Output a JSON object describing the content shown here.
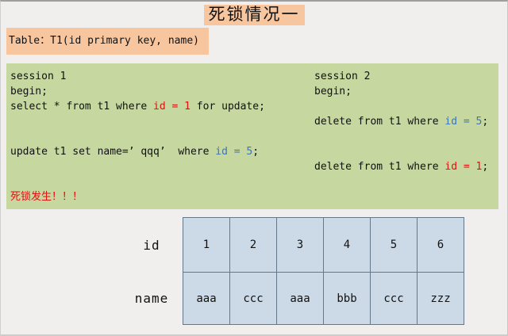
{
  "title": "死锁情况一",
  "table_label": "Table：T1(id primary key, name)",
  "colors": {
    "page_bg": "#f0efed",
    "accent_peach": "#f8c69e",
    "panel_green": "#c6d7a0",
    "cell_blue": "#ccdae8",
    "cell_border": "#64788a",
    "highlight_red": "#e60d0d",
    "highlight_blue": "#3d76b8",
    "text": "#111111"
  },
  "sessions": {
    "rows": [
      {
        "left": [
          [
            "session 1",
            ""
          ]
        ],
        "right": [
          [
            "session 2",
            ""
          ]
        ]
      },
      {
        "left": [
          [
            "begin;",
            ""
          ]
        ],
        "right": [
          [
            "begin;",
            ""
          ]
        ]
      },
      {
        "left": [
          [
            "select * from t1 where ",
            ""
          ],
          [
            "id = 1",
            "red"
          ],
          [
            " for update;",
            ""
          ]
        ],
        "right": []
      },
      {
        "left": [],
        "right": [
          [
            "delete from t1 where ",
            ""
          ],
          [
            "id = 5",
            "blue"
          ],
          [
            ";",
            ""
          ]
        ]
      },
      {
        "left": [],
        "right": []
      },
      {
        "left": [
          [
            "update t1 set name=’ qqq’  where ",
            ""
          ],
          [
            "id = 5",
            "blue"
          ],
          [
            ";",
            ""
          ]
        ],
        "right": []
      },
      {
        "left": [],
        "right": [
          [
            "delete from t1 where ",
            ""
          ],
          [
            "id = 1",
            "red"
          ],
          [
            ";",
            ""
          ]
        ]
      },
      {
        "left": [],
        "right": []
      },
      {
        "left": [
          [
            "死锁发生！！！",
            "red"
          ]
        ],
        "right": []
      }
    ]
  },
  "grid": {
    "row_labels": [
      "id",
      "name"
    ],
    "rows": [
      [
        "1",
        "2",
        "3",
        "4",
        "5",
        "6"
      ],
      [
        "aaa",
        "ccc",
        "aaa",
        "bbb",
        "ccc",
        "zzz"
      ]
    ]
  }
}
